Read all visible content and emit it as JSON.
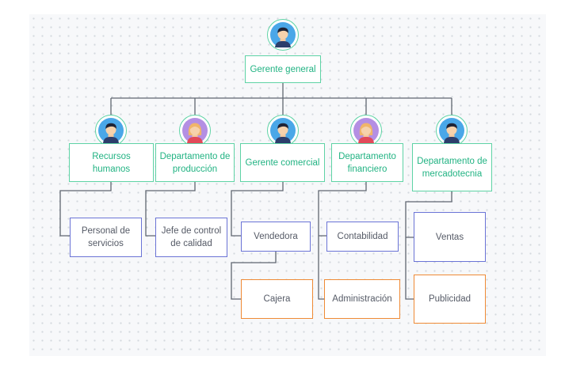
{
  "root": {
    "label": "Gerente general",
    "icon": "male-avatar-icon"
  },
  "departments": [
    {
      "label": "Recursos humanos",
      "icon": "male-avatar-icon",
      "children": [
        "Personal de servicios"
      ]
    },
    {
      "label": "Departamento de producción",
      "icon": "female-avatar-icon",
      "children": [
        "Jefe de control de calidad"
      ]
    },
    {
      "label": "Gerente comercial",
      "icon": "male-avatar-icon",
      "children": [
        "Vendedora",
        "Cajera"
      ]
    },
    {
      "label": "Departamento financiero",
      "icon": "female-avatar-icon",
      "children": [
        "Contabilidad",
        "Administración"
      ]
    },
    {
      "label": "Departamento de mercadotecnia",
      "icon": "male-avatar-icon",
      "children": [
        "Ventas",
        "Publicidad"
      ]
    }
  ],
  "colors": {
    "manager_border": "#5ed3a5",
    "manager_text": "#22b383",
    "level2_border": "#6b74d6",
    "level3_border": "#ef8a35",
    "connector": "#5f6670"
  }
}
